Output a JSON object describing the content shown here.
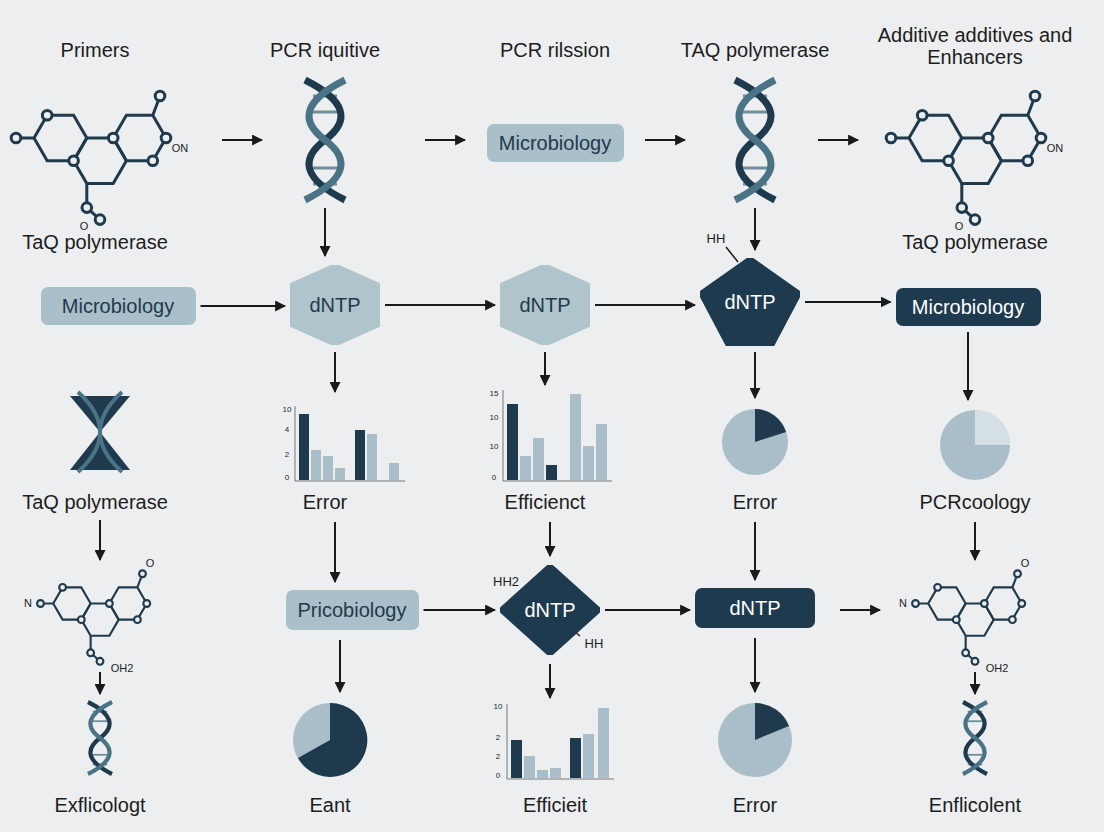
{
  "diagram": {
    "nodes": [
      {
        "text": [
          "Microbiology"
        ]
      },
      {
        "text": [
          "Microbiology"
        ]
      },
      {
        "text": [
          "dNTP"
        ]
      },
      {
        "text": [
          "dNTP"
        ]
      },
      {
        "text": [
          "dNTP"
        ]
      },
      {
        "text": [
          "Microbiology"
        ]
      },
      {
        "text": [
          "Pricobiology"
        ]
      },
      {
        "text": [
          "dNTP"
        ]
      },
      {
        "text": [
          "dNTP"
        ]
      }
    ],
    "edges": [
      {
        "from": 1,
        "to": 2,
        "arrow": "to"
      },
      {
        "from": 2,
        "to": 3,
        "arrow": "to"
      },
      {
        "from": 3,
        "to": 4,
        "arrow": "to"
      },
      {
        "from": 4,
        "to": 5,
        "arrow": "to"
      },
      {
        "from": 6,
        "to": 7,
        "arrow": "to"
      },
      {
        "from": 7,
        "to": 8,
        "arrow": "to"
      }
    ],
    "labels": [
      "Primers",
      "PCR iquitive",
      "PCR rilssion",
      "TAQ polymerase",
      "Additive additives and Enhancers",
      "O",
      "ON",
      "TaQ polymerase",
      "O",
      "ON",
      "TaQ polymerase",
      "HH",
      "10",
      "4",
      "2",
      "0",
      "15",
      "10",
      "10",
      "0",
      "TaQ polymerase",
      "Error",
      "Efficienct",
      "Error",
      "PCRcoology",
      "HH2",
      "HH",
      "N",
      "O",
      "OH2",
      "N",
      "O",
      "OH2",
      "10",
      "2",
      "2",
      "0",
      "Exflicologt",
      "Eant",
      "Efficieit",
      "Error",
      "Enflicolent"
    ]
  }
}
